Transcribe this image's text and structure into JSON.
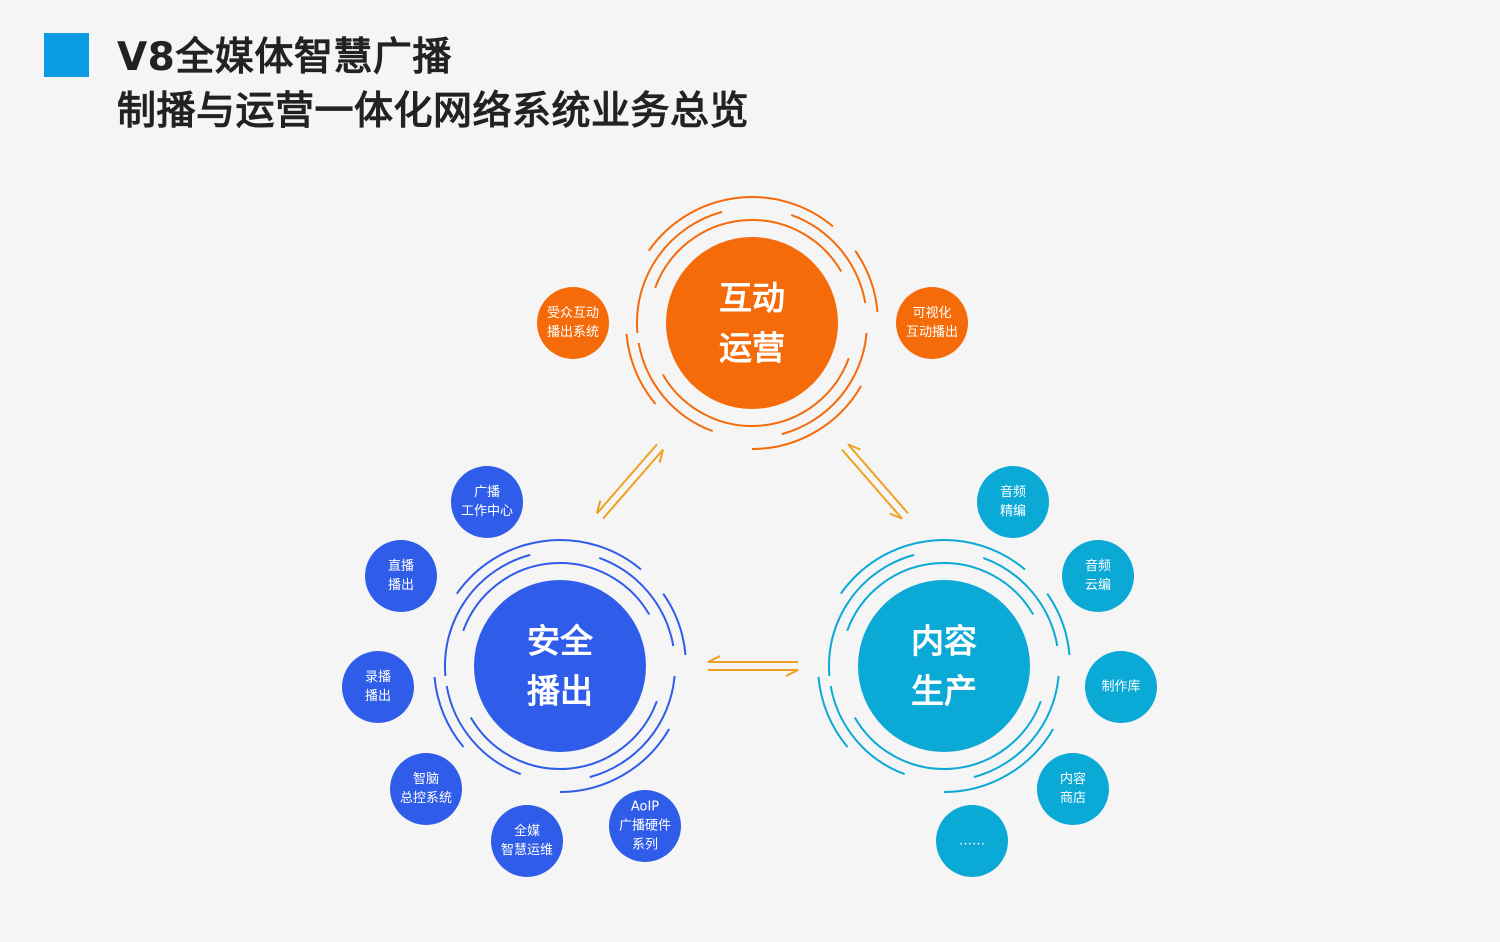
{
  "title": {
    "line1": "V8全媒体智慧广播",
    "line2": "制播与运营一体化网络系统业务总览"
  },
  "colors": {
    "accent": "#0a9be3",
    "orange": "#f56b0a",
    "blue": "#2f5ce8",
    "cyan": "#0aa9d6",
    "arrow_orange": "#f0a020"
  },
  "hubs": [
    {
      "id": "interactive",
      "lines": [
        "互动",
        "运营"
      ],
      "color": "#f56b0a",
      "satellites": [
        {
          "lines": [
            "受众互动",
            "播出系统"
          ]
        },
        {
          "lines": [
            "可视化",
            "互动播出"
          ]
        }
      ]
    },
    {
      "id": "broadcast",
      "lines": [
        "安全",
        "播出"
      ],
      "color": "#2f5ce8",
      "satellites": [
        {
          "lines": [
            "广播",
            "工作中心"
          ]
        },
        {
          "lines": [
            "直播",
            "播出"
          ]
        },
        {
          "lines": [
            "录播",
            "播出"
          ]
        },
        {
          "lines": [
            "智脑",
            "总控系统"
          ]
        },
        {
          "lines": [
            "全媒",
            "智慧运维"
          ]
        },
        {
          "lines": [
            "AoIP",
            "广播硬件",
            "系列"
          ]
        }
      ]
    },
    {
      "id": "content",
      "lines": [
        "内容",
        "生产"
      ],
      "color": "#0aa9d6",
      "satellites": [
        {
          "lines": [
            "音频",
            "精编"
          ]
        },
        {
          "lines": [
            "音频",
            "云编"
          ]
        },
        {
          "lines": [
            "制作库"
          ]
        },
        {
          "lines": [
            "内容",
            "商店"
          ]
        },
        {
          "lines": [
            "……"
          ]
        }
      ]
    }
  ]
}
